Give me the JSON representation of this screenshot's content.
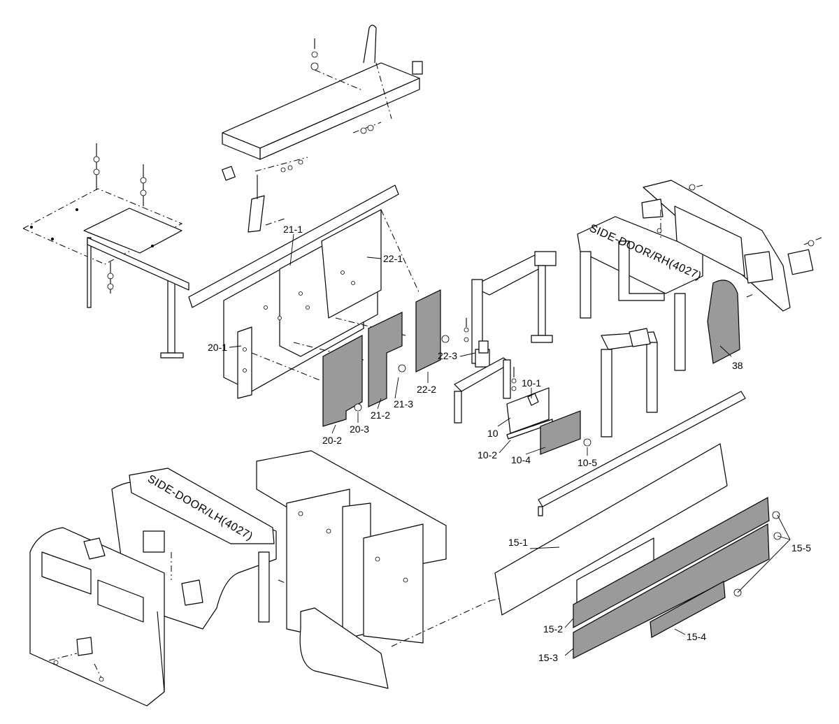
{
  "callouts": [
    {
      "id": "c21_1",
      "text": "21-1"
    },
    {
      "id": "c22_1",
      "text": "22-1"
    },
    {
      "id": "c20_1",
      "text": "20-1"
    },
    {
      "id": "c22_3",
      "text": "22-3"
    },
    {
      "id": "c22_2",
      "text": "22-2"
    },
    {
      "id": "c21_3",
      "text": "21-3"
    },
    {
      "id": "c21_2",
      "text": "21-2"
    },
    {
      "id": "c20_3",
      "text": "20-3"
    },
    {
      "id": "c20_2",
      "text": "20-2"
    },
    {
      "id": "c10_1",
      "text": "10-1"
    },
    {
      "id": "c10",
      "text": "10"
    },
    {
      "id": "c10_2",
      "text": "10-2"
    },
    {
      "id": "c10_4",
      "text": "10-4"
    },
    {
      "id": "c10_5",
      "text": "10-5"
    },
    {
      "id": "c38",
      "text": "38"
    },
    {
      "id": "c15_1",
      "text": "15-1"
    },
    {
      "id": "c15_5",
      "text": "15-5"
    },
    {
      "id": "c15_2",
      "text": "15-2"
    },
    {
      "id": "c15_3",
      "text": "15-3"
    },
    {
      "id": "c15_4",
      "text": "15-4"
    }
  ],
  "engravings": {
    "side_door_rh": "SIDE-DOOR/RH(4027)",
    "side_door_lh": "SIDE-DOOR/LH(4027)"
  }
}
